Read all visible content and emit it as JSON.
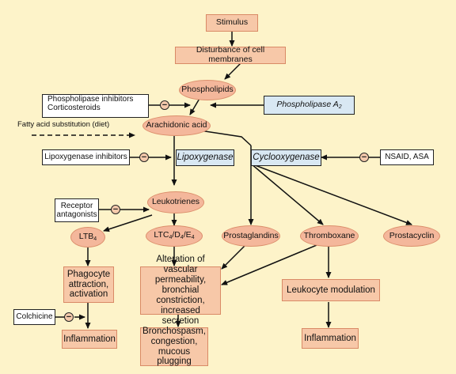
{
  "nodes": {
    "stimulus": "Stimulus",
    "disturbance": "Disturbance of cell membranes",
    "phospholipids": "Phospholipids",
    "phospholipase_inhibitors": "Phospholipase inhibitors",
    "corticosteroids": "Corticosteroids",
    "phospholipase_a2": "Phospholipase A",
    "phospholipase_a2_sub": "2",
    "fatty_acid_substitution": "Fatty acid substitution (diet)",
    "arachidonic_acid": "Arachidonic acid",
    "lipoxygenase_inhibitors": "Lipoxygenase inhibitors",
    "lipoxygenase": "Lipoxygenase",
    "cyclooxygenase": "Cyclooxygenase",
    "nsaid_asa": "NSAID, ASA",
    "receptor_antagonists_1": "Receptor",
    "receptor_antagonists_2": "antagonists",
    "leukotrienes": "Leukotrienes",
    "ltb": "LTB",
    "ltb_sub": "4",
    "ltc": "LTC",
    "ltc_sub": "4",
    "ltd": "/D",
    "ltd_sub": "4",
    "lte": "/E",
    "lte_sub": "4",
    "prostaglandins": "Prostaglandins",
    "thromboxane": "Thromboxane",
    "prostacyclin": "Prostacyclin",
    "phagocyte_1": "Phagocyte",
    "phagocyte_2": "attraction,",
    "phagocyte_3": "activation",
    "alteration_1": "Alteration of vascular",
    "alteration_2": "permeability, bronchial",
    "alteration_3": "constriction, increased",
    "alteration_4": "secretion",
    "leukocyte_modulation": "Leukocyte modulation",
    "colchicine": "Colchicine",
    "inflammation_left": "Inflammation",
    "bronchospasm_1": "Bronchospasm,",
    "bronchospasm_2": "congestion,",
    "bronchospasm_3": "mucous plugging",
    "inflammation_right": "Inflammation"
  },
  "inhibitor_symbol": "−",
  "colors": {
    "background": "#fdf3c9",
    "node_fill": "#f7c8a8",
    "oval_fill": "#f4b79b",
    "enzyme_fill": "#d9e8f3",
    "line": "#111111"
  }
}
